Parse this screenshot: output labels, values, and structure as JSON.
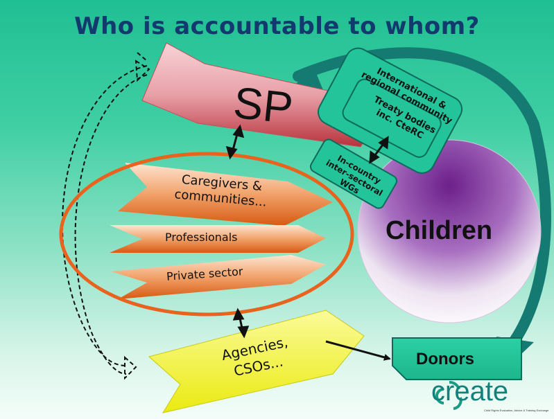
{
  "title": "Who is accountable to whom?",
  "nodes": {
    "sp": "SP",
    "international": "International & regional community",
    "treaty": "Treaty bodies inc. CteRC",
    "in_country": "In-country inter-sectoral WGs",
    "children": "Children",
    "caregivers": "Caregivers & communities...",
    "professionals": "Professionals",
    "private_sector": "Private sector",
    "agencies": "Agencies, CSOs...",
    "donors": "Donors"
  },
  "logo": {
    "name": "create",
    "tagline": "Child Rights Evaluation, Advice & Training Exchange"
  },
  "colors": {
    "title": "#123a6e",
    "background_top": "#1fbf93",
    "background_bottom": "#f4fdf9",
    "sp_arrow": "#e89aa3",
    "teal_box": "#23c49a",
    "children_circle": "#8b3ea8",
    "orange_arrows": "#e8782a",
    "orange_ring": "#e8641e",
    "agencies_arrow": "#f2f02a",
    "big_arrow": "#157a72"
  }
}
